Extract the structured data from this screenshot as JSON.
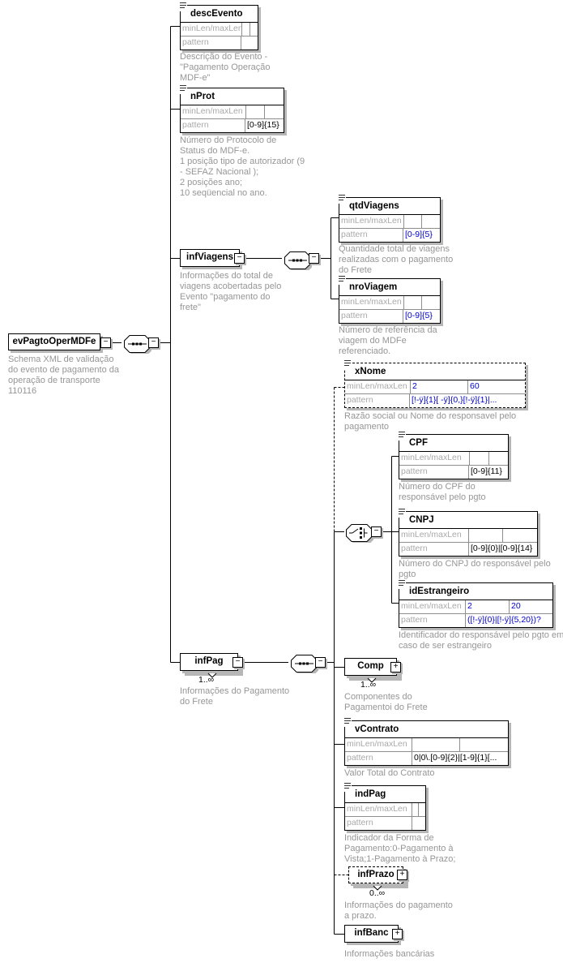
{
  "labels": {
    "minmax": "minLen/maxLen",
    "pattern": "pattern"
  },
  "icons": {
    "collapse": "−",
    "expand": "+",
    "sequence": "sequence-connector",
    "choice": "choice-connector",
    "text_content": "text-content-icon"
  },
  "colors": {
    "facet_value_blue": "#0000cd",
    "facet_value_black": "#000000",
    "description_gray": "#969696",
    "shadow_gray": "#b6b6b6",
    "line_black": "#000000"
  },
  "root": {
    "name": "evPagtoOperMDFe",
    "desc": "Schema XML de validação\ndo evento de pagamento da\noperação de transporte\n110116"
  },
  "elements": {
    "descEvento": {
      "name": "descEvento",
      "min": "",
      "max": "",
      "pattern": "",
      "desc": "Descrição do Evento -\n\"Pagamento Operação\nMDF-e\""
    },
    "nProt": {
      "name": "nProt",
      "min": "",
      "max": "",
      "pattern": "[0-9]{15}",
      "desc": "Número do Protocolo de\nStatus do MDF-e.\n1 posição tipo de autorizador (9\n- SEFAZ Nacional );\n2 posições ano;\n10 seqüencial no ano."
    },
    "infViagens": {
      "name": "infViagens",
      "desc": "Informações do total de\nviagens acobertadas pelo\nEvento \"pagamento do\nfrete\""
    },
    "qtdViagens": {
      "name": "qtdViagens",
      "min": "",
      "max": "",
      "pattern": "[0-9]{5}",
      "desc": "Quantidade total de viagens\nrealizadas com o pagamento\ndo Frete"
    },
    "nroViagem": {
      "name": "nroViagem",
      "min": "",
      "max": "",
      "pattern": "[0-9]{5}",
      "desc": "Número de referência da\nviagem do MDFe\nreferenciado."
    },
    "infPag": {
      "name": "infPag",
      "occurs": "1..∞",
      "desc": "Informações do Pagamento\ndo Frete"
    },
    "xNome": {
      "name": "xNome",
      "min": "2",
      "max": "60",
      "pattern": "[!-ÿ]{1}[ -ÿ]{0,}[!-ÿ]{1}|...",
      "desc": "Razão social ou Nome do responsavel pelo\npagamento"
    },
    "CPF": {
      "name": "CPF",
      "min": "",
      "max": "",
      "pattern": "[0-9]{11}",
      "desc": "Número do CPF do\nresponsável pelo pgto"
    },
    "CNPJ": {
      "name": "CNPJ",
      "min": "",
      "max": "",
      "pattern": "[0-9]{0}|[0-9]{14}",
      "desc": "Número do CNPJ do responsável pelo\npgto"
    },
    "idEstrangeiro": {
      "name": "idEstrangeiro",
      "min": "2",
      "max": "20",
      "pattern": "([!-ÿ]{0}|[!-ÿ]{5,20})?",
      "desc": "Identificador do responsável pelo pgto em\ncaso de ser estrangeiro"
    },
    "Comp": {
      "name": "Comp",
      "occurs": "1..∞",
      "desc": "Componentes do\nPagamentoi do Frete"
    },
    "vContrato": {
      "name": "vContrato",
      "min": "",
      "max": "",
      "pattern": "0|0\\.[0-9]{2}|[1-9]{1}[...",
      "desc": "Valor Total do Contrato"
    },
    "indPag": {
      "name": "indPag",
      "min": "",
      "max": "",
      "pattern": "",
      "desc": "Indicador da Forma de\nPagamento:0-Pagamento à\nVista;1-Pagamento à Prazo;"
    },
    "infPrazo": {
      "name": "infPrazo",
      "occurs": "0..∞",
      "desc": "Informações do pagamento\na prazo."
    },
    "infBanc": {
      "name": "infBanc",
      "desc": "Informações bancárias"
    }
  }
}
